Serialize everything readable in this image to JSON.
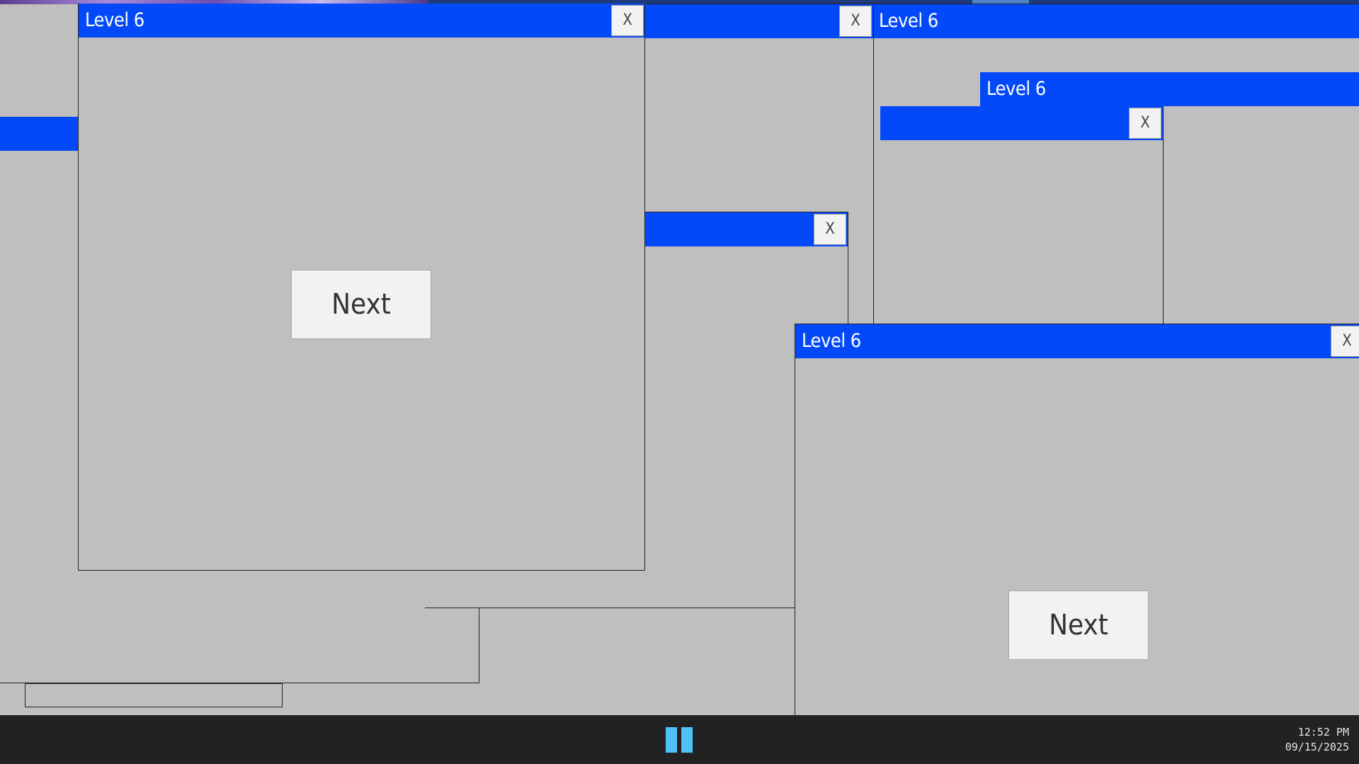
{
  "colors": {
    "titlebar": "#0349fa",
    "window_body": "#bfbfbf",
    "taskbar": "#222222",
    "pause_icon": "#4fc3f7"
  },
  "windows": [
    {
      "title": "Level 6",
      "close_label": "X",
      "next_label": "Next"
    },
    {
      "title": "Level 6",
      "close_label": "X"
    },
    {
      "title": "Level 6",
      "close_label": "X"
    },
    {
      "title": "Level 6"
    },
    {
      "title": "Level 6",
      "close_label": "X",
      "next_label": "Next"
    },
    {
      "close_label": "X"
    },
    {
      "close_label": "X"
    }
  ],
  "taskbar": {
    "icon": "pause-icon",
    "time": "12:52 PM",
    "date": "09/15/2025"
  }
}
